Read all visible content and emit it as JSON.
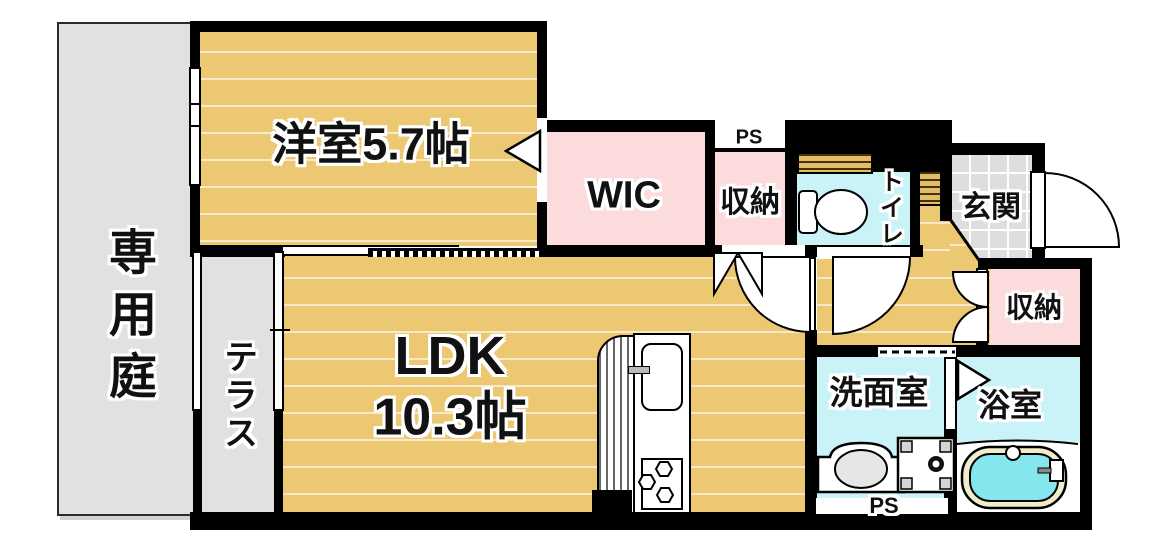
{
  "palette": {
    "wood": "#ecc873",
    "wood_line": "#f7e9c9",
    "pink": "#fbdbdc",
    "cyan": "#c9f3f7",
    "tub_water": "#85e6ee",
    "tub_rim": "#f1ecca",
    "gray": "#e1e1e1",
    "tile": "#dedede",
    "cabinet": "#e2bd68",
    "cabinet_line": "#453208",
    "wall": "#000000"
  },
  "rooms": {
    "garden": {
      "label": "専用庭"
    },
    "western_room": {
      "label": "洋室5.7帖"
    },
    "wic": {
      "label": "WIC"
    },
    "ps_top": {
      "label": "PS"
    },
    "closet_top": {
      "label": "収納"
    },
    "toilet": {
      "label": "トイレ"
    },
    "entrance": {
      "label": "玄関"
    },
    "closet_right": {
      "label": "収納"
    },
    "terrace": {
      "label": "テラス"
    },
    "ldk": {
      "label": "LDK",
      "size": "10.3帖"
    },
    "washroom": {
      "label": "洗面室"
    },
    "bathroom": {
      "label": "浴室"
    },
    "ps_bottom": {
      "label": "PS"
    }
  }
}
